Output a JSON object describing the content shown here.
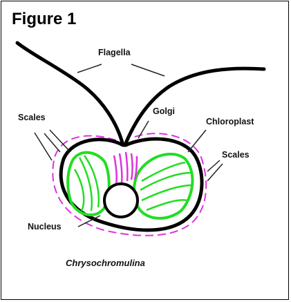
{
  "figure_title": "Figure 1",
  "labels": {
    "flagella": "Flagella",
    "scales_left": "Scales",
    "golgi": "Golgi",
    "chloroplast": "Chloroplast",
    "scales_right": "Scales",
    "nucleus": "Nucleus"
  },
  "caption": "Chrysochromulina",
  "colors": {
    "outline": "#000000",
    "chloroplast": "#22dd22",
    "scales": "#dd33dd"
  }
}
